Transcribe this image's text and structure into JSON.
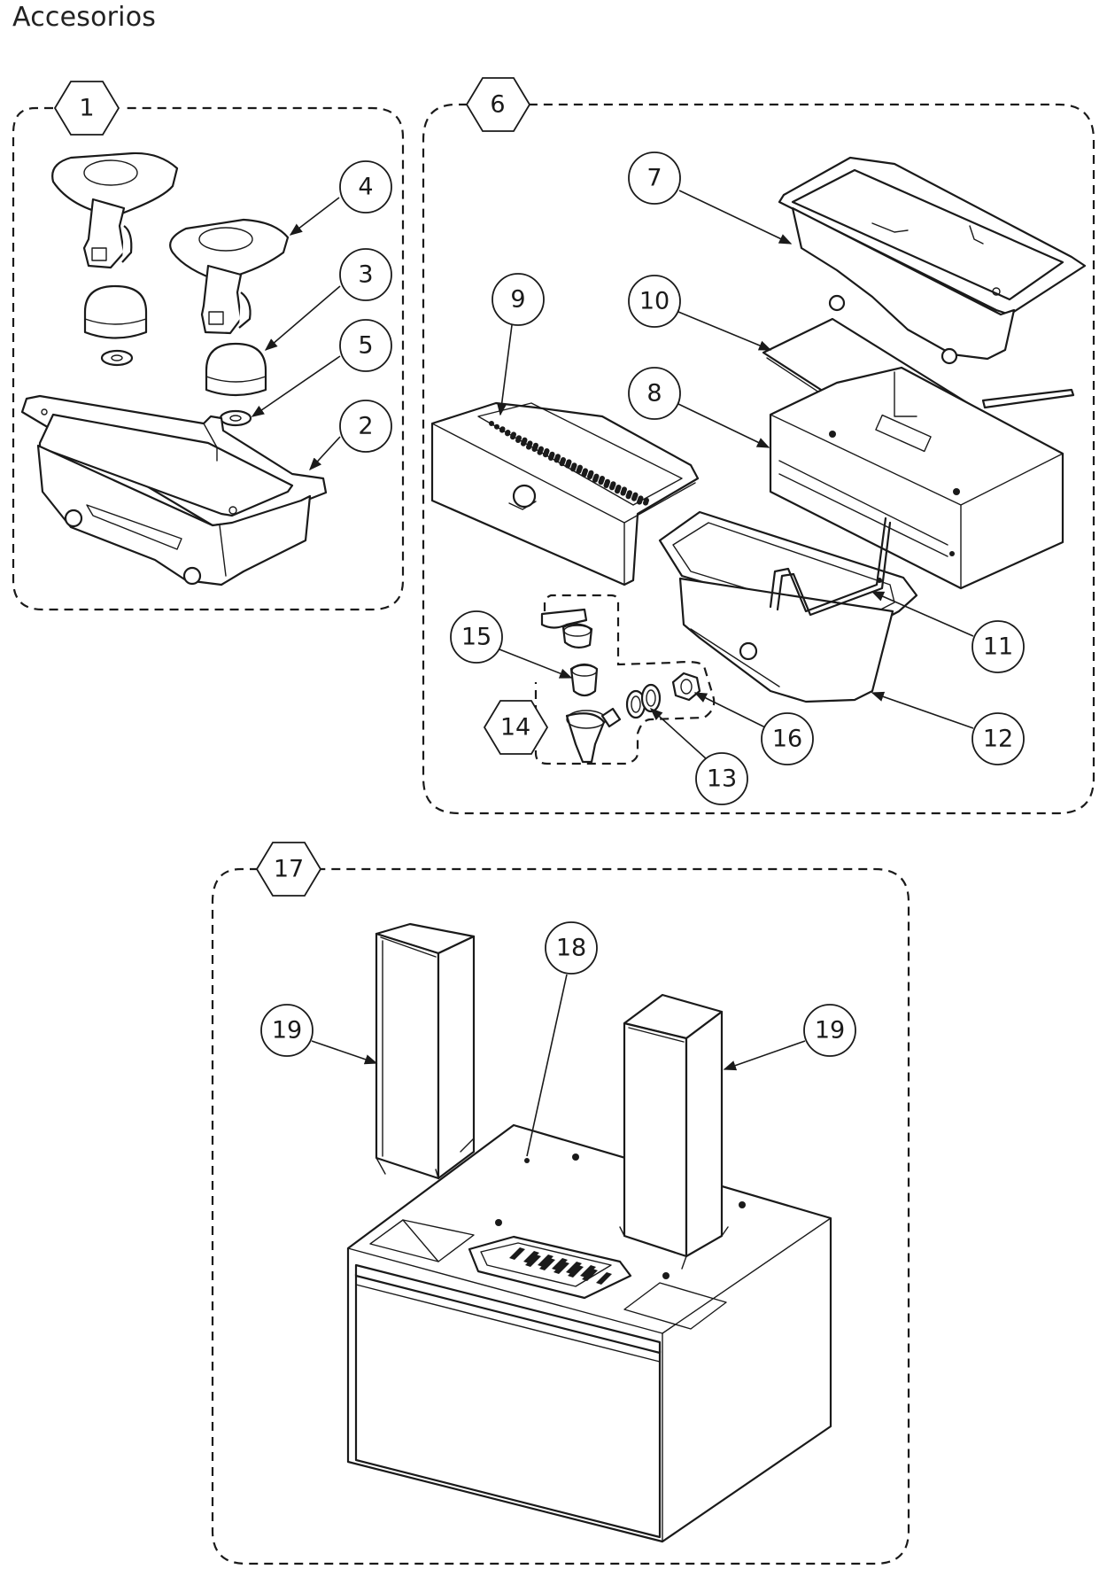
{
  "title": "Accesorios",
  "groups": [
    {
      "id": "1",
      "label": "1"
    },
    {
      "id": "6",
      "label": "6"
    },
    {
      "id": "14",
      "label": "14"
    },
    {
      "id": "17",
      "label": "17"
    }
  ],
  "callouts": {
    "c2": "2",
    "c3": "3",
    "c4": "4",
    "c5": "5",
    "c7": "7",
    "c8": "8",
    "c9": "9",
    "c10": "10",
    "c11": "11",
    "c12": "12",
    "c13": "13",
    "c15": "15",
    "c16": "16",
    "c18": "18",
    "c19a": "19",
    "c19b": "19"
  }
}
